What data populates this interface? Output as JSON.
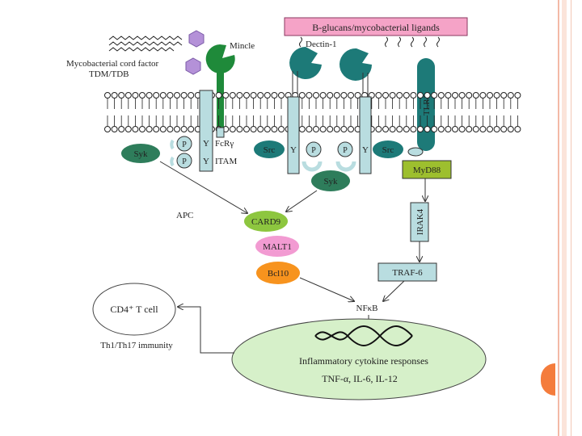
{
  "ligand_banner": "B-glucans/mycobacterial ligands",
  "mincle": {
    "label": "Mincle",
    "cord_factor": "Mycobacterial cord factor",
    "tdm": "TDM/TDB"
  },
  "dectin": {
    "label": "Dectin-1"
  },
  "tlr2": {
    "label": "TLR2"
  },
  "fcr": {
    "label": "FcRγ",
    "itam": "ITAM"
  },
  "nodes": {
    "syk_left": "Syk",
    "syk_center": "Syk",
    "src_left": "Src",
    "src_right": "Src",
    "p": "P",
    "y": "Y",
    "myd88": "MyD88",
    "irak4": "IRAK4",
    "traf6": "TRAF-6",
    "card9": "CARD9",
    "malt1": "MALT1",
    "bcl10": "Bcl10",
    "nfkb": "NFκB",
    "apc": "APC"
  },
  "tcell": {
    "label": "CD4⁺ T cell",
    "immunity": "Th1/Th17 immunity"
  },
  "nucleus": {
    "title": "Inflammatory cytokine responses",
    "cytokines": "TNF-α, IL-6, IL-12"
  },
  "colors": {
    "teal": "#1d7a78",
    "syk_green": "#2e7d5b",
    "card9_green": "#8dc63f",
    "malt1_pink": "#f29bd2",
    "bcl10_orange": "#f7931e",
    "box_blue": "#b9dde0",
    "banner_pink": "#f5a3c7",
    "nucleus_green": "#d6f0c9",
    "accent_orange": "#f47c3c"
  }
}
